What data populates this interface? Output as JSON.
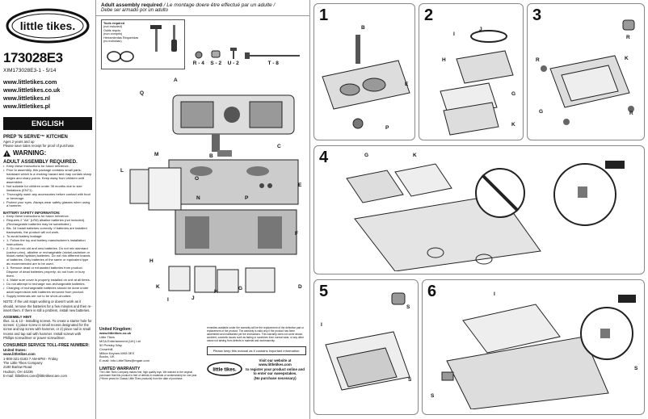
{
  "header": {
    "brand": "little tikes.",
    "part_number": "173028E3",
    "doc_code": "XIM173028E3-1 - 5/14",
    "urls": [
      "www.littletikes.com",
      "www.littletikes.co.uk",
      "www.littletikes.nl",
      "www.littletikes.pl"
    ],
    "language_tab": "ENGLISH"
  },
  "product": {
    "name": "PREP 'N SERVE™ KITCHEN",
    "ages": "Ages 2 years and up",
    "receipt": "Please save sales receipt for proof of purchase.",
    "warning": "WARNING:",
    "assembly_required": "ADULT ASSEMBLY REQUIRED.",
    "warnings": [
      "Keep these instructions for future reference.",
      "Prior to assembly, this package contains small parts: hardware which is a choking hazard and may contain sharp edges and sharp points. Keep away from children until assembled.",
      "Not suitable for children under 36 months due to size limitations (EN71).",
      "Thoroughly wash any accessories before contact with food or beverage.",
      "Protect your eyes. Always wear safety glasses when using a hammer."
    ],
    "battery_title": "BATTERY SAFETY INFORMATION:",
    "battery_items": [
      "Keep these instructions for future reference.",
      "Requires 2 \"AA\" (LR6) alkaline batteries (not included). (Rechargeable batteries may be substituted.)",
      "Bis. 16 Install batteries correctly. If batteries are installed backwards, the product will not work.",
      "To avoid battery leakage:",
      "1. Follow the toy and battery manufacturer's installation instructions.",
      "2. Do not mix old and new batteries. Do not mix standard (carbon-zinc), alkaline or rechargeable (nickel-cadmium or nickel-metal hydride) batteries. Do not mix different brands of batteries. Only batteries of the same or equivalent type as recommended are to be used.",
      "3. Remove dead or exhausted batteries from product. Dispose of dead batteries properly; do not burn or bury them.",
      "4. Make sure cover is properly installed on unit at all times.",
      "Do not attempt to recharge non-rechargeable batteries.",
      "Charging of rechargeable batteries should be done under adult supervision with batteries removed from product.",
      "Supply terminals are not to be short-circuited."
    ],
    "note": "NOTE: If the unit stops working or doesn't work as it should, remove the batteries for a few minutes and then re-insert them. If there is still a problem, install new batteries.",
    "hint_title": "ASSEMBLY HINT:",
    "hint": "Illus. 11 & 13 - Installing screws. To create a starter hole for screws: 1) place screw in small recess designated for the screw and tap screw with hammer, or 2) place nail in small recess and tap nail with hammer. Install screws with Phillips screwdriver or power screwdriver.",
    "consumer_title": "CONSUMER SERVICE TOLL-FREE NUMBER:",
    "consumer_region": "United States:",
    "consumer_lines": [
      "www.littletikes.com",
      "1-800-321-0183 7 AM-6PM - Friday",
      "The Little Tikes Company",
      "2180 Barlow Road",
      "Hudson, OH 44236",
      "E-mail: littletikes.care@littletikescare.com"
    ]
  },
  "assembly": {
    "adult_required": "Adult assembly required",
    "adult_required_fr": "/ Le montage doere être effectué par un adulte /",
    "adult_required_es": "Debe ser armado por un adulto",
    "tools_label": [
      "Tools required",
      "(not included)",
      "Outils requis",
      "(non compris)",
      "Herramientas Requeridas",
      "(no incluidas)"
    ],
    "hardware": [
      {
        "id": "R - 4"
      },
      {
        "id": "S - 2"
      },
      {
        "id": "U - 2"
      },
      {
        "id": "T - 8"
      }
    ],
    "part_labels": [
      "A",
      "Q",
      "B",
      "L",
      "M",
      "N",
      "O",
      "P",
      "E",
      "F",
      "C",
      "H",
      "K",
      "I",
      "J",
      "H",
      "G",
      "D"
    ]
  },
  "uk": {
    "title": "United Kingdom:",
    "lines": [
      "www.littletikes.co.uk",
      "Little Tikes",
      "MGA Entertainment (UK) Ltd",
      "50 Presley Way",
      "Crownhill",
      "Milton Keynes MK8 0ES",
      "Bucks, UK",
      "E-mail: Info.LittleTikes@mgae.com"
    ],
    "warranty_title": "LIMITED WARRANTY",
    "warranty_text": "The Little Tikes Company makes fine, high quality toys. We warrant to the original purchaser that this product is free of defects in materials or workmanship for one year (**three years for Classic Little Tikes products) from the date of purchase.",
    "right_text": "remedies available under the warranty will be the replacement of the defective part or replacement of the product. The warranty is valid only if the product has been assembled and maintained per the instructions. This warranty does not cover abuse, accident, cosmetic issues such as fading or scratches from normal wear, or any other cause not arising from defects in material and workmanship.",
    "battery_note": "Please keep this manual as it contains important information.",
    "visit": [
      "Visit our website at",
      "www.littletikes.com",
      "to register your product online and",
      "to enter our sweepstakes.",
      "(No purchase necessary)"
    ]
  },
  "steps": [
    {
      "number": "1",
      "labels": [
        "B",
        "E",
        "P"
      ]
    },
    {
      "number": "2",
      "labels": [
        "I",
        "J",
        "H",
        "G",
        "K"
      ]
    },
    {
      "number": "3",
      "labels": [
        "R",
        "R",
        "K",
        "G",
        "R"
      ]
    },
    {
      "number": "4",
      "labels": [
        "G",
        "K"
      ]
    },
    {
      "number": "5",
      "labels": [
        "S",
        "I",
        "S"
      ]
    },
    {
      "number": "6",
      "labels": [
        "I",
        "S",
        "S"
      ]
    }
  ]
}
